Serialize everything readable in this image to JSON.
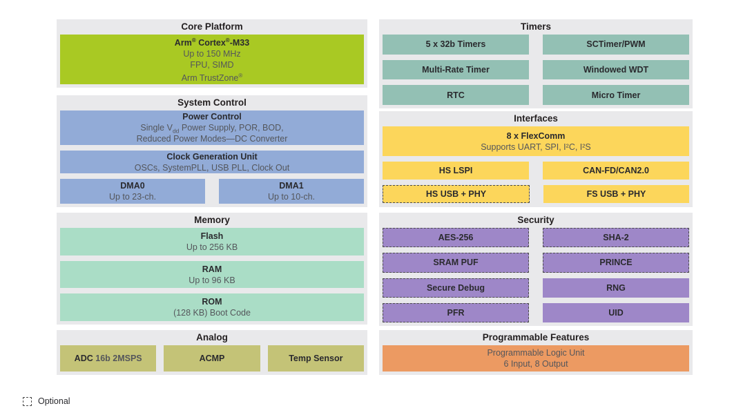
{
  "colors": {
    "section_bg": "#e9e9eb",
    "core_green": "#a9c923",
    "control_blue": "#92abd7",
    "memory_mint": "#aaddc6",
    "analog_olive": "#c4c377",
    "timers_teal": "#93c0b4",
    "interfaces_yellow": "#fcd65b",
    "security_purple": "#9e87c8",
    "programmable_orange": "#ec9a62"
  },
  "core_platform": {
    "title": "Core Platform",
    "cortex": {
      "name_p1": "Arm",
      "name_r1": "®",
      "name_p2": " Cortex",
      "name_r2": "®",
      "name_p3": "-M33",
      "line1": "Up to 150 MHz",
      "line2": "FPU, SIMD",
      "line3_pre": "Arm TrustZone",
      "line3_reg": "®"
    }
  },
  "system_control": {
    "title": "System Control",
    "power_control": {
      "title": "Power Control",
      "line1_pre": "Single V",
      "line1_sub": "dd",
      "line1_post": " Power Supply, POR, BOD,",
      "line2": "Reduced Power Modes—DC Converter"
    },
    "clock_gen": {
      "title": "Clock Generation Unit",
      "line": "OSCs, SystemPLL, USB PLL, Clock Out"
    },
    "dma0": {
      "title": "DMA0",
      "line": "Up to 23-ch."
    },
    "dma1": {
      "title": "DMA1",
      "line": "Up to 10-ch."
    }
  },
  "memory": {
    "title": "Memory",
    "flash": {
      "title": "Flash",
      "line": "Up to 256 KB"
    },
    "ram": {
      "title": "RAM",
      "line": "Up to 96 KB"
    },
    "rom": {
      "title": "ROM",
      "line": "(128 KB) Boot Code"
    }
  },
  "analog": {
    "title": "Analog",
    "adc_bold": "ADC",
    "adc_rest": " 16b 2MSPS",
    "acmp": "ACMP",
    "temp_sensor": "Temp Sensor"
  },
  "timers": {
    "title": "Timers",
    "items": [
      "5 x 32b Timers",
      "SCTimer/PWM",
      "Multi-Rate Timer",
      "Windowed WDT",
      "RTC",
      "Micro Timer"
    ]
  },
  "interfaces": {
    "title": "Interfaces",
    "flexcomm": {
      "title": "8 x FlexComm",
      "line": "Supports UART, SPI, I²C, I²S"
    },
    "hs_lspi": "HS LSPI",
    "can": "CAN-FD/CAN2.0",
    "hs_usb": "HS USB + PHY",
    "hs_usb_optional": true,
    "fs_usb": "FS USB + PHY"
  },
  "security": {
    "title": "Security",
    "items": [
      {
        "label": "AES-256",
        "optional": true
      },
      {
        "label": "SHA-2",
        "optional": true
      },
      {
        "label": "SRAM PUF",
        "optional": true
      },
      {
        "label": "PRINCE",
        "optional": true
      },
      {
        "label": "Secure Debug",
        "optional": true
      },
      {
        "label": "RNG",
        "optional": false
      },
      {
        "label": "PFR",
        "optional": true
      },
      {
        "label": "UID",
        "optional": false
      }
    ]
  },
  "programmable_features": {
    "title": "Programmable Features",
    "plu": {
      "line1": "Programmable Logic Unit",
      "line2": "6 Input, 8 Output"
    }
  },
  "legend": {
    "label": "Optional"
  }
}
